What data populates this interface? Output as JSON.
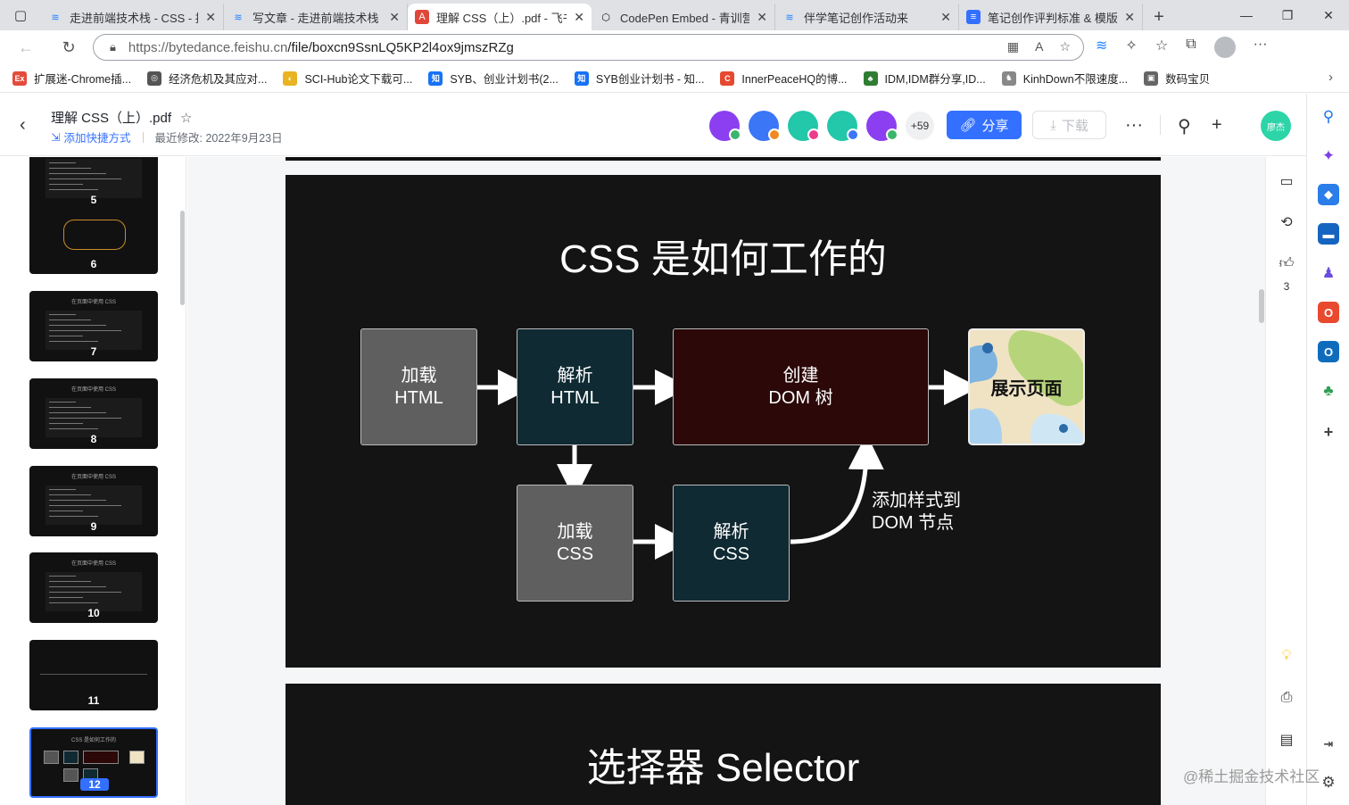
{
  "browser": {
    "tabs": [
      {
        "title": "走进前端技术栈 - CSS - 掘",
        "favicon": "juejin-icon",
        "active": false
      },
      {
        "title": "写文章 - 走进前端技术栈",
        "favicon": "juejin-icon",
        "active": false
      },
      {
        "title": "理解 CSS（上）.pdf - 飞书",
        "favicon": "pdf-icon",
        "active": true
      },
      {
        "title": "CodePen Embed - 青训营",
        "favicon": "codepen-icon",
        "active": false
      },
      {
        "title": "伴学笔记创作活动来",
        "favicon": "juejin-icon",
        "active": false
      },
      {
        "title": "笔记创作评判标准 & 模版",
        "favicon": "doc-icon",
        "active": false
      }
    ],
    "close_glyph": "✕",
    "new_tab_glyph": "+",
    "url_host": "https://bytedance.feishu.cn",
    "url_path": "/file/boxcn9SsnLQ5KP2l4ox9jmszRZg",
    "bookmarks": [
      {
        "label": "扩展迷-Chrome插...",
        "icon": "Ex",
        "color": "#e34b3b"
      },
      {
        "label": "经济危机及其应对...",
        "icon": "◎",
        "color": "#555555"
      },
      {
        "label": "SCI-Hub论文下载可...",
        "icon": "◐",
        "color": "#e8b423"
      },
      {
        "label": "SYB、创业计划书(2...",
        "icon": "知",
        "color": "#1772f6"
      },
      {
        "label": "SYB创业计划书 - 知...",
        "icon": "知",
        "color": "#1772f6"
      },
      {
        "label": "InnerPeaceHQ的博...",
        "icon": "C",
        "color": "#e5492f"
      },
      {
        "label": "IDM,IDM群分享,ID...",
        "icon": "♣",
        "color": "#2e7d32"
      },
      {
        "label": "KinhDown不限速度...",
        "icon": "♞",
        "color": "#888888"
      },
      {
        "label": "数码宝贝",
        "icon": "▣",
        "color": "#666666"
      }
    ]
  },
  "header": {
    "title": "理解 CSS（上）.pdf",
    "add_shortcut": "添加快捷方式",
    "last_modified": "最近修改: 2022年9月23日",
    "avatars": [
      {
        "color": "#8b3ff0",
        "dot": "#3bb46e"
      },
      {
        "color": "#3b76f6",
        "dot": "#f08a24"
      },
      {
        "color": "#23c7a9",
        "dot": "#e83e8c"
      },
      {
        "color": "#23c7a9",
        "dot": "#3b76f6"
      },
      {
        "color": "#8b3ff0",
        "dot": "#3bb46e"
      }
    ],
    "more_count": "+59",
    "share_label": "分享",
    "download_label": "下载",
    "user_initials": "廖杰"
  },
  "thumbnails": [
    {
      "number": "5",
      "kind": "code",
      "caption": ""
    },
    {
      "number": "6",
      "kind": "diagram",
      "caption": ""
    },
    {
      "number": "7",
      "kind": "code",
      "caption": "在页面中使用 CSS"
    },
    {
      "number": "8",
      "kind": "code",
      "caption": "在页面中使用 CSS"
    },
    {
      "number": "9",
      "kind": "code",
      "caption": "在页面中使用 CSS"
    },
    {
      "number": "10",
      "kind": "code",
      "caption": "在页面中使用 CSS"
    },
    {
      "number": "11",
      "kind": "text",
      "caption": ""
    },
    {
      "number": "12",
      "kind": "flow",
      "caption": "CSS 是如何工作的",
      "selected": true
    }
  ],
  "slide": {
    "title": "CSS 是如何工作的",
    "load_html": [
      "加载",
      "HTML"
    ],
    "parse_html": [
      "解析",
      "HTML"
    ],
    "create_dom": [
      "创建",
      "DOM 树"
    ],
    "show_page": "展示页面",
    "load_css": [
      "加载",
      "CSS"
    ],
    "parse_css": [
      "解析",
      "CSS"
    ],
    "annotation": [
      "添加样式到",
      "DOM 节点"
    ]
  },
  "slide2": {
    "title": "选择器 Selector"
  },
  "doc_rail": {
    "like_count": "3"
  },
  "footer_credit": "@稀土掘金技术社区"
}
